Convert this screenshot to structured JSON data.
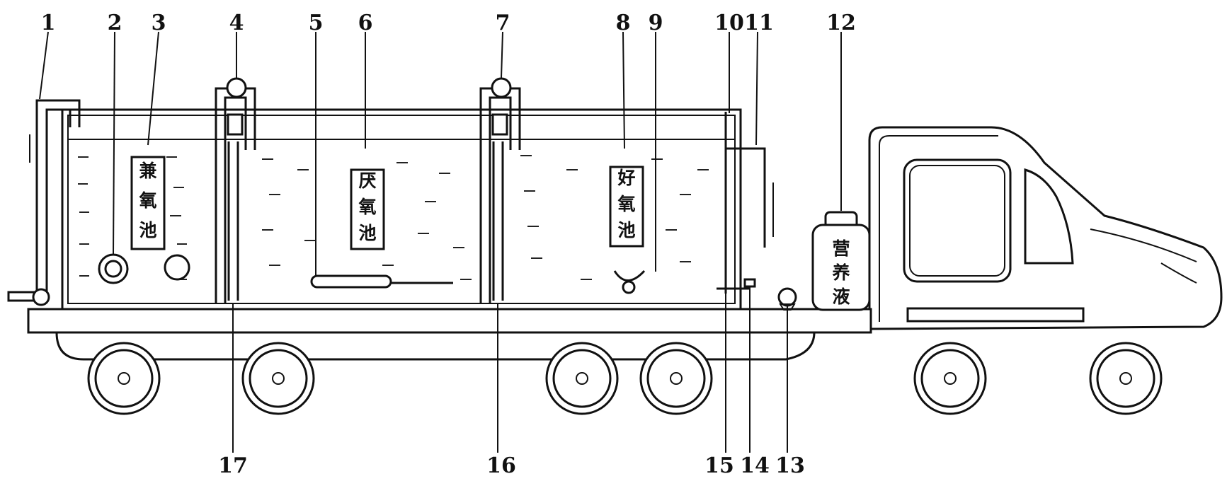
{
  "callouts": [
    "1",
    "2",
    "3",
    "4",
    "5",
    "6",
    "7",
    "8",
    "9",
    "10",
    "11",
    "12",
    "13",
    "14",
    "15",
    "16",
    "17"
  ],
  "tanks": {
    "facultative": [
      "兼",
      "氧",
      "池"
    ],
    "anaerobic": [
      "厌",
      "氧",
      "池"
    ],
    "aerobic": [
      "好",
      "氧",
      "池"
    ]
  },
  "nutrient_bottle": [
    "营",
    "养",
    "液"
  ]
}
